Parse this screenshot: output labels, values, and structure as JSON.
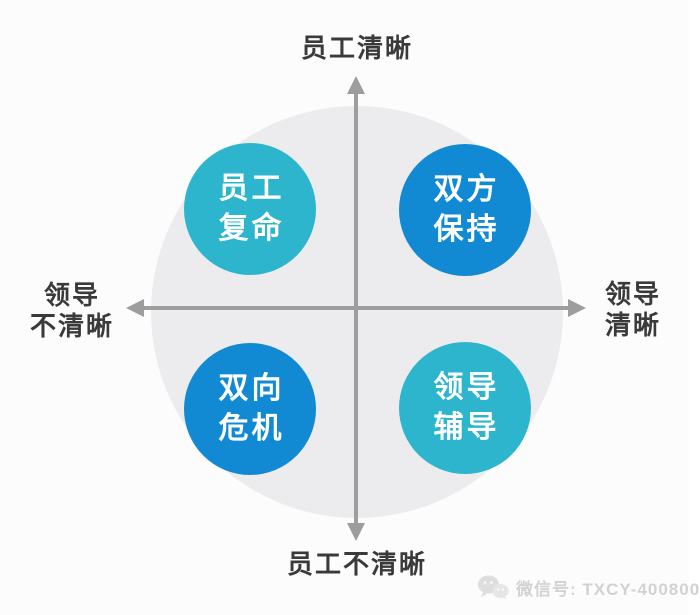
{
  "diagram": {
    "axes": {
      "top_label": "员工清晰",
      "bottom_label": "员工不清晰",
      "left_label_line1": "领导",
      "left_label_line2": "不清晰",
      "right_label_line1": "领导",
      "right_label_line2": "清晰",
      "axis_color": "#9d9d9e",
      "label_text_color": "#3a3a3a"
    },
    "quadrants": [
      {
        "position": "top-left",
        "label_line1": "员工",
        "label_line2": "复命",
        "color": "#2cb5cd"
      },
      {
        "position": "top-right",
        "label_line1": "双方",
        "label_line2": "保持",
        "color": "#1189d3"
      },
      {
        "position": "bottom-left",
        "label_line1": "双向",
        "label_line2": "危机",
        "color": "#1189d3"
      },
      {
        "position": "bottom-right",
        "label_line1": "领导",
        "label_line2": "辅导",
        "color": "#2cb5cd"
      }
    ],
    "backdrop_circle_color": "#ececee",
    "circle_text_color": "#ffffff",
    "background_color": "#fcfcfc"
  },
  "watermark": {
    "icon": "wechat-icon",
    "text": "微信号: TXCY-400800",
    "color": "#d2d2d2"
  }
}
